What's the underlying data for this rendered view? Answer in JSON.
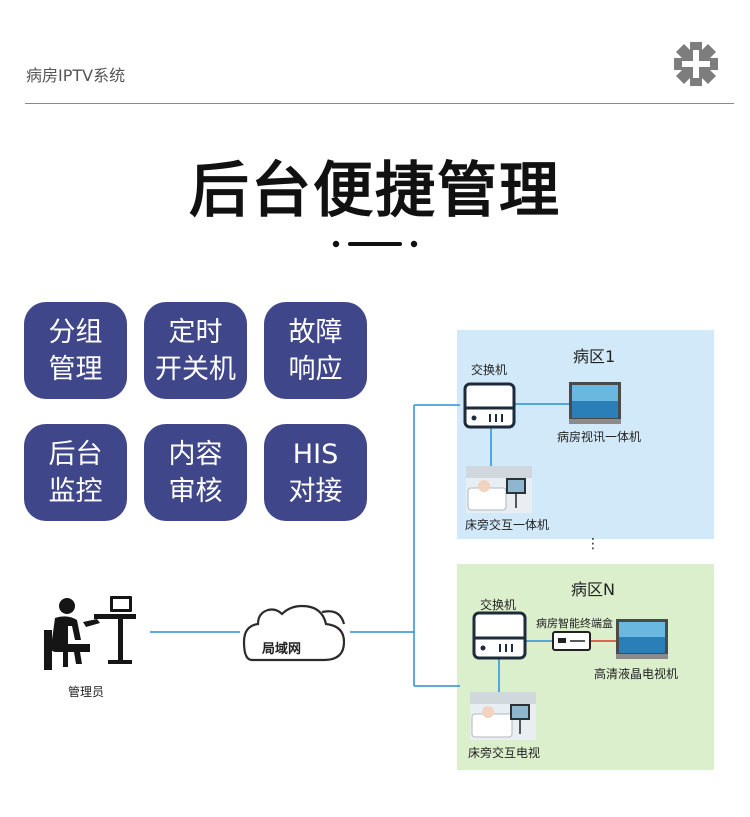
{
  "header": {
    "system_title": "病房IPTV系统",
    "main_title": "后台便捷管理"
  },
  "features": [
    "分组\n管理",
    "定时\n开关机",
    "故障\n响应",
    "后台\n监控",
    "内容\n审核",
    "HIS\n对接"
  ],
  "diagram": {
    "admin_label": "管理员",
    "network_label": "局域网",
    "ward1": {
      "title": "病区1",
      "switch_label": "交换机",
      "terminal_label": "病房视讯一体机",
      "bedside_label": "床旁交互一体机"
    },
    "ellipsis": "⋮",
    "wardN": {
      "title": "病区N",
      "switch_label": "交换机",
      "stb_label": "病房智能终端盒",
      "tv_label": "高清液晶电视机",
      "bedside_label": "床旁交互电视"
    }
  },
  "colors": {
    "feature_bg": "#3f478a",
    "link_line": "#2a8fd6",
    "hdmi_line": "#e0332f",
    "zone1_bg": "#d2e9fa",
    "zoneN_bg": "#dcefcc"
  }
}
